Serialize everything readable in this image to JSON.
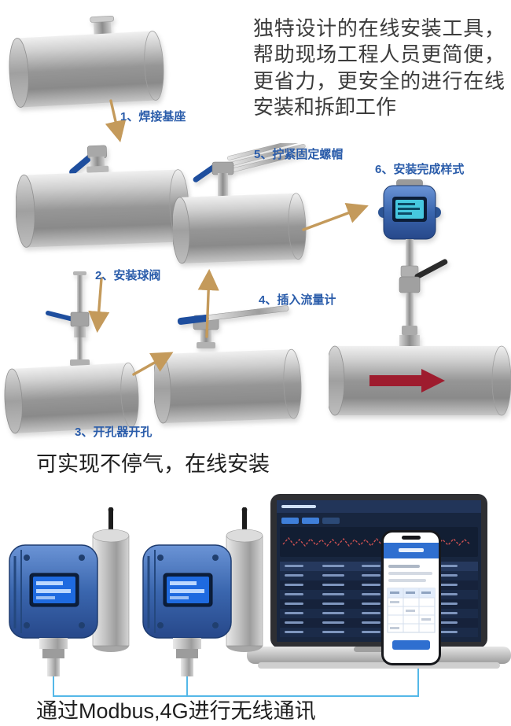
{
  "intro": {
    "text": "独特设计的在线安装工具， 帮助现场工程人员更简便， 更省力，更安全的进行在线安装和拆卸工作"
  },
  "steps": [
    {
      "label": "1、焊接基座"
    },
    {
      "label": "2、安装球阀"
    },
    {
      "label": "3、开孔器开孔"
    },
    {
      "label": "4、插入流量计"
    },
    {
      "label": "5、拧紧固定螺帽"
    },
    {
      "label": "6、安装完成样式"
    }
  ],
  "captions": {
    "online_install": "可实现不停气，在线安装",
    "communication": "通过Modbus,4G进行无线通讯"
  },
  "colors": {
    "step_label": "#2a5caa",
    "arrow": "#c49a5b",
    "valve_handle": "#1e4e9e",
    "flow_arrow": "#9e1c2e",
    "detector_body": "#3a66ae",
    "wire": "#54b8e8",
    "dashboard_background": "#18263f",
    "phone_app_header": "#2f6fd0"
  }
}
